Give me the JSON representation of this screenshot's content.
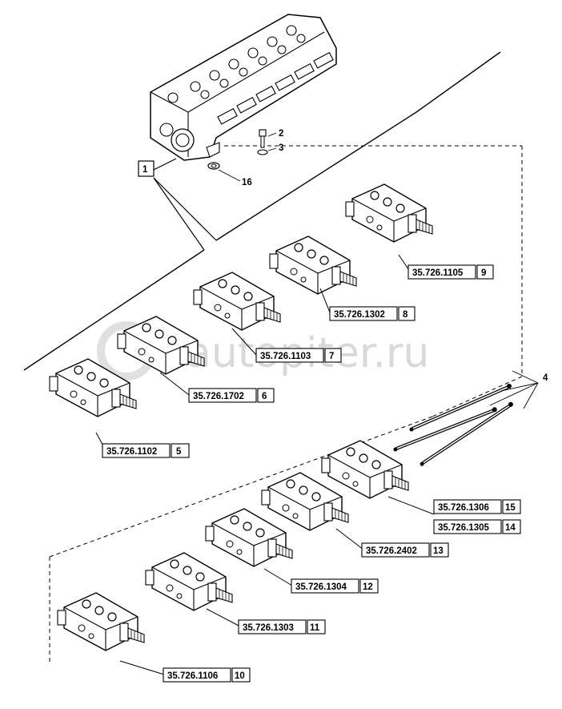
{
  "watermark": "autopiter.ru",
  "callouts": {
    "c1": "1",
    "c2": "2",
    "c3": "3",
    "c4": "4",
    "c16": "16"
  },
  "parts": [
    {
      "ref": "35.726.1105",
      "item": "9"
    },
    {
      "ref": "35.726.1302",
      "item": "8"
    },
    {
      "ref": "35.726.1103",
      "item": "7"
    },
    {
      "ref": "35.726.1702",
      "item": "6"
    },
    {
      "ref": "35.726.1102",
      "item": "5"
    },
    {
      "ref": "35.726.1306",
      "item": "15"
    },
    {
      "ref": "35.726.1305",
      "item": "14"
    },
    {
      "ref": "35.726.2402",
      "item": "13"
    },
    {
      "ref": "35.726.1304",
      "item": "12"
    },
    {
      "ref": "35.726.1303",
      "item": "11"
    },
    {
      "ref": "35.726.1106",
      "item": "10"
    }
  ]
}
